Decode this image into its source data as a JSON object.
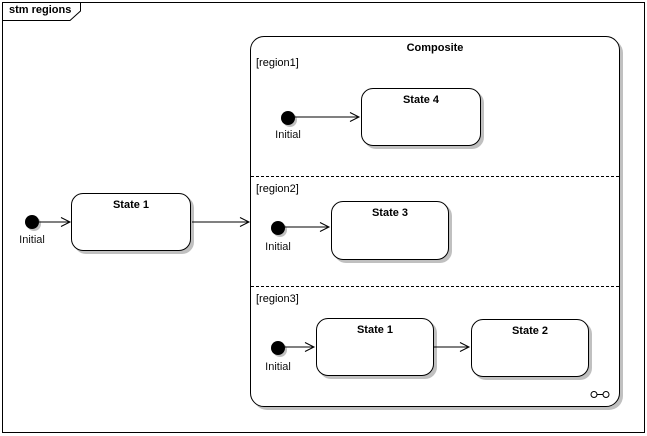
{
  "frame": {
    "label": "stm regions"
  },
  "diagram": {
    "outer": {
      "initial": {
        "label": "Initial"
      },
      "state": {
        "name": "State 1"
      }
    },
    "composite": {
      "title": "Composite",
      "regions": [
        {
          "label": "[region1]",
          "initial": {
            "label": "Initial"
          },
          "states": [
            {
              "name": "State 4"
            }
          ]
        },
        {
          "label": "[region2]",
          "initial": {
            "label": "Initial"
          },
          "states": [
            {
              "name": "State 3"
            }
          ]
        },
        {
          "label": "[region3]",
          "initial": {
            "label": "Initial"
          },
          "states": [
            {
              "name": "State 1"
            },
            {
              "name": "State 2"
            }
          ]
        }
      ]
    }
  },
  "colors": {
    "line": "#000000",
    "shadow": "#c0c0c0",
    "fill": "#ffffff",
    "background": "#ffffff"
  }
}
